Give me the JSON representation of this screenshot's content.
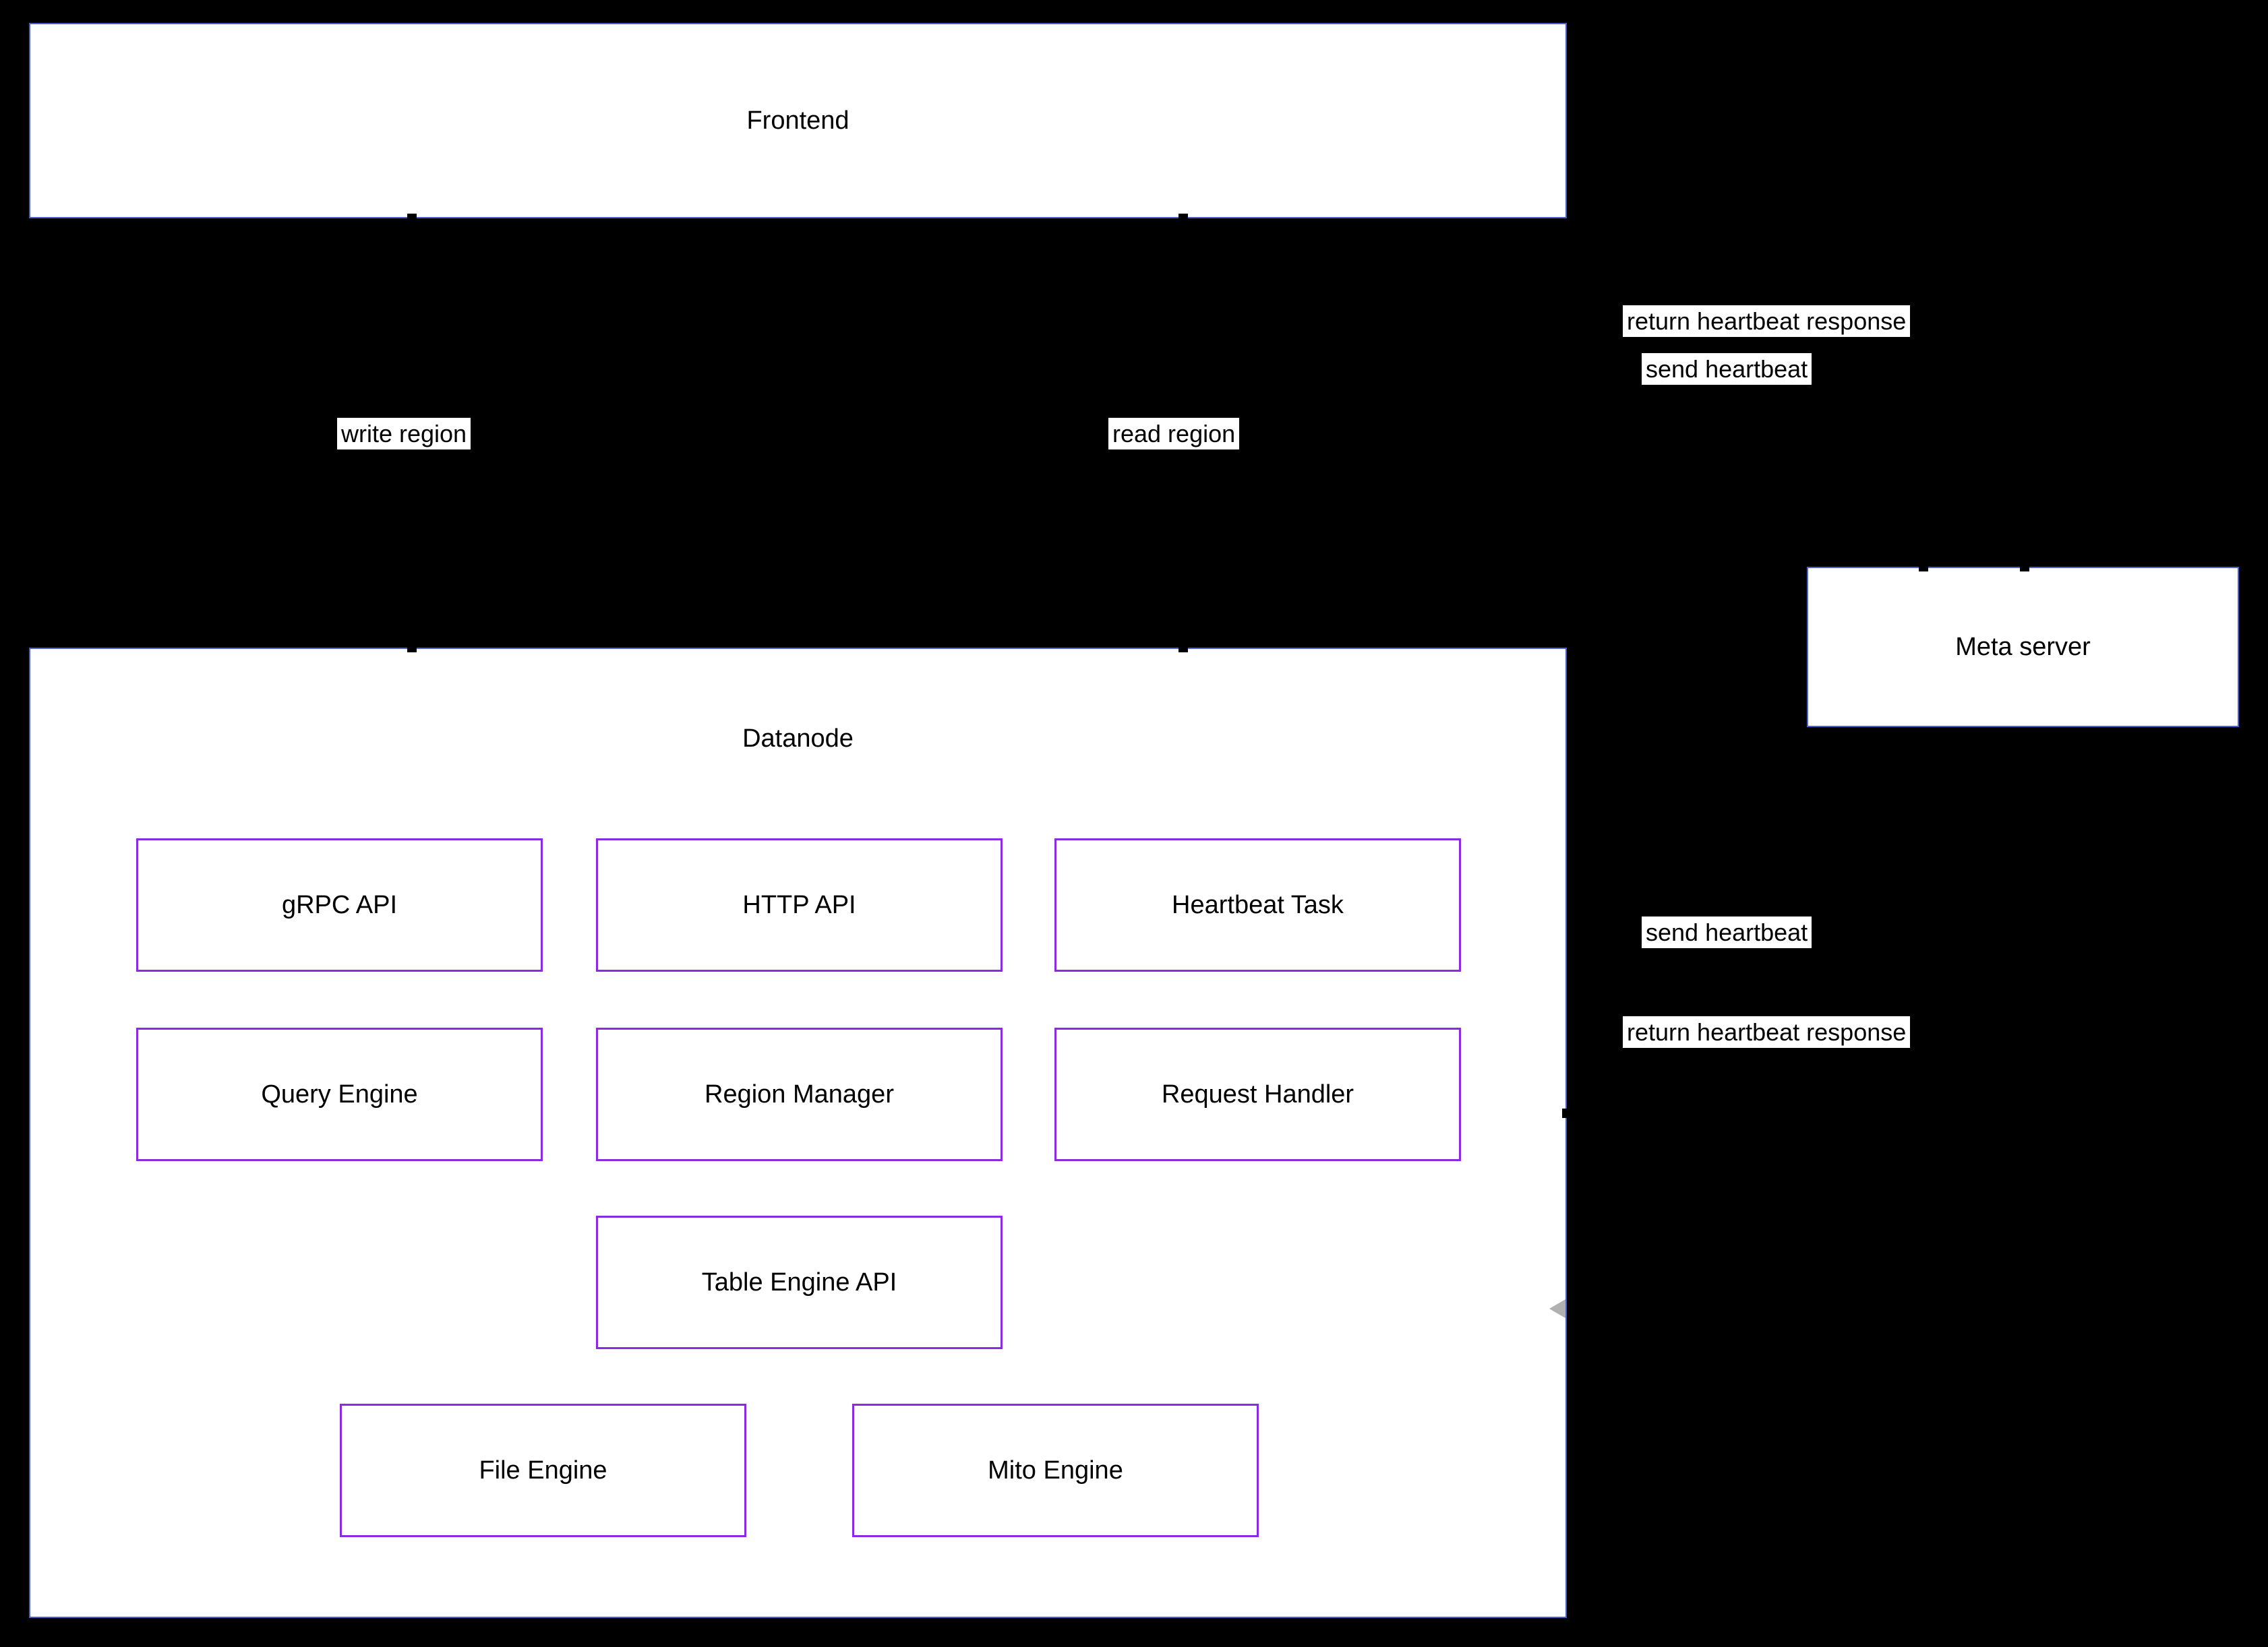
{
  "nodes": {
    "frontend": "Frontend",
    "meta_server": "Meta server",
    "datanode": "Datanode",
    "grpc_api": "gRPC API",
    "http_api": "HTTP API",
    "heartbeat_task": "Heartbeat Task",
    "query_engine": "Query Engine",
    "region_manager": "Region Manager",
    "request_handler": "Request Handler",
    "table_engine_api": "Table Engine API",
    "file_engine": "File Engine",
    "mito_engine": "Mito Engine"
  },
  "edge_labels": {
    "frontend_meta_return": "return heartbeat response",
    "frontend_meta_send": "send heartbeat",
    "frontend_datanode_write": "write region",
    "frontend_datanode_read": "read region",
    "datanode_meta_send": "send heartbeat",
    "datanode_meta_return": "return heartbeat response"
  },
  "colors": {
    "background": "#000000",
    "outer_node_border": "#4a5fd0",
    "inner_node_border": "#8a2be2",
    "node_fill": "#ffffff",
    "text": "#000000"
  }
}
